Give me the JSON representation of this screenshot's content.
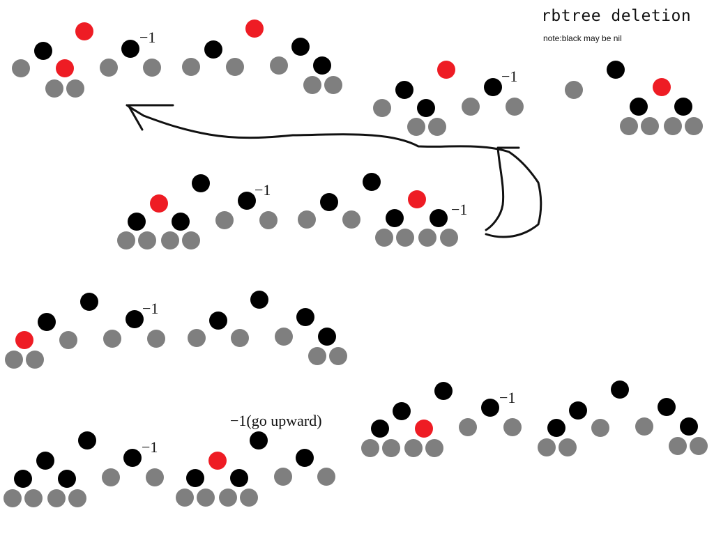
{
  "title": "rbtree deletion",
  "note": "note:black may be nil",
  "labels": {
    "minus_one": "−1",
    "minus_one_go_upward": "−1(go upward)"
  },
  "colors": {
    "black": "#000000",
    "red": "#ee1c24",
    "grey": "#7f7f7f"
  }
}
